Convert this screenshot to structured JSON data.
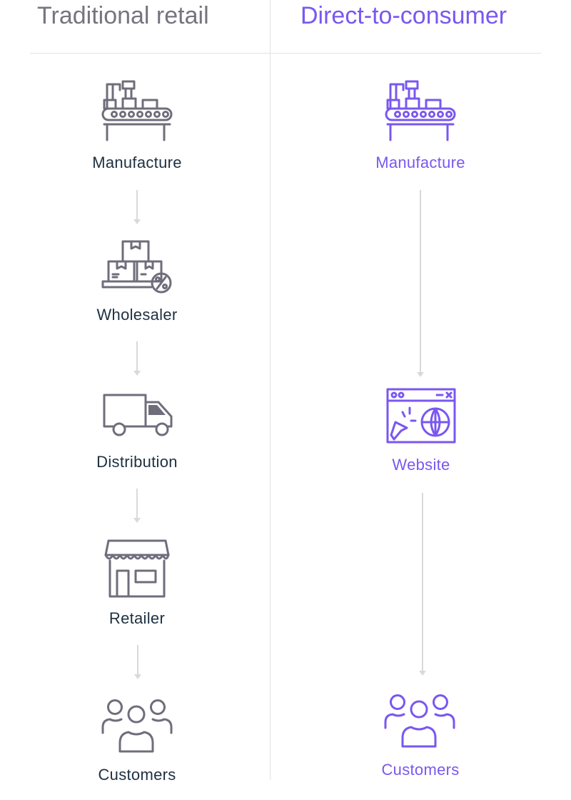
{
  "columns": {
    "left": {
      "title": "Traditional retail",
      "steps": [
        {
          "label": "Manufacture",
          "icon": "factory-conveyor-icon"
        },
        {
          "label": "Wholesaler",
          "icon": "boxes-discount-icon"
        },
        {
          "label": "Distribution",
          "icon": "delivery-truck-icon"
        },
        {
          "label": "Retailer",
          "icon": "storefront-icon"
        },
        {
          "label": "Customers",
          "icon": "customers-group-icon"
        }
      ]
    },
    "right": {
      "title": "Direct-to-consumer",
      "steps": [
        {
          "label": "Manufacture",
          "icon": "factory-conveyor-icon"
        },
        {
          "label": "Website",
          "icon": "website-browser-icon"
        },
        {
          "label": "Customers",
          "icon": "customers-group-icon"
        }
      ]
    }
  },
  "colors": {
    "neutral_icon": "#706d7b",
    "neutral_title": "#76747f",
    "neutral_label": "#1e3040",
    "accent": "#7a57f0",
    "connector": "#d9d9dc",
    "divider": "#e2e2e6"
  }
}
